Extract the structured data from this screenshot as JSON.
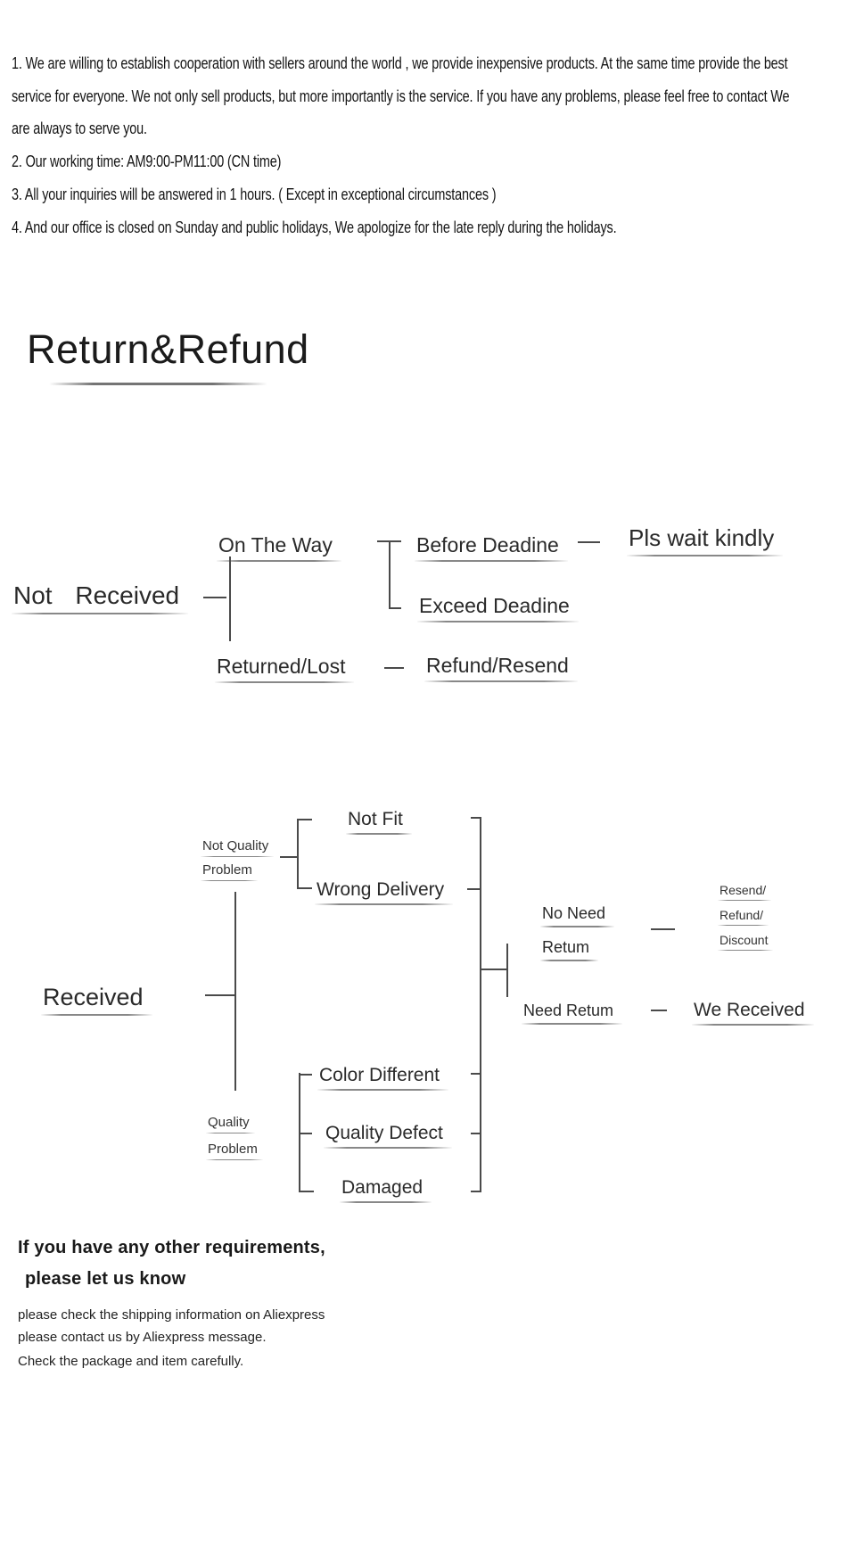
{
  "intro": {
    "lines": [
      "1. We are willing to establish cooperation with sellers around the world , we provide inexpensive products. At the same time provide the best",
      "service for everyone. We not only sell products, but more importantly is the service. If you have any problems, please feel free to contact We",
      "are always to serve you.",
      "2. Our working time: AM9:00-PM11:00 (CN time)",
      "3. All your inquiries will be answered in 1 hours. ( Except in exceptional circumstances )",
      "4. And our office is closed on Sunday and public holidays, We apologize for the late reply during the holidays."
    ]
  },
  "title": {
    "text": "Return&Refund"
  },
  "not_received_flow": {
    "root": "Not Received",
    "on_the_way": "On The Way",
    "before_deadline": "Before Deadine",
    "exceed_deadline": "Exceed Deadine",
    "pls_wait": "Pls wait kindly",
    "returned_lost": "Returned/Lost",
    "refund_resend": "Refund/Resend"
  },
  "received_flow": {
    "root": "Received",
    "not_quality_line1": "Not Quality",
    "not_quality_line2": "Problem",
    "not_fit": "Not Fit",
    "wrong_delivery": "Wrong Delivery",
    "quality_line1": "Quality",
    "quality_line2": "Problem",
    "color_different": "Color Different",
    "quality_defect": "Quality Defect",
    "damaged": "Damaged",
    "no_need_line1": "No Need",
    "no_need_line2": "Retum",
    "need_return": "Need Retum",
    "we_received": "We Received",
    "outcome_line1": "Resend/",
    "outcome_line2": "Refund/",
    "outcome_line3": "Discount"
  },
  "footer": {
    "heading_line1": "If you have any other requirements,",
    "heading_line2": "please let us know",
    "notes": [
      "please check the shipping information on Aliexpress",
      "please contact us by Aliexpress message.",
      "Check the package and item carefully."
    ]
  }
}
